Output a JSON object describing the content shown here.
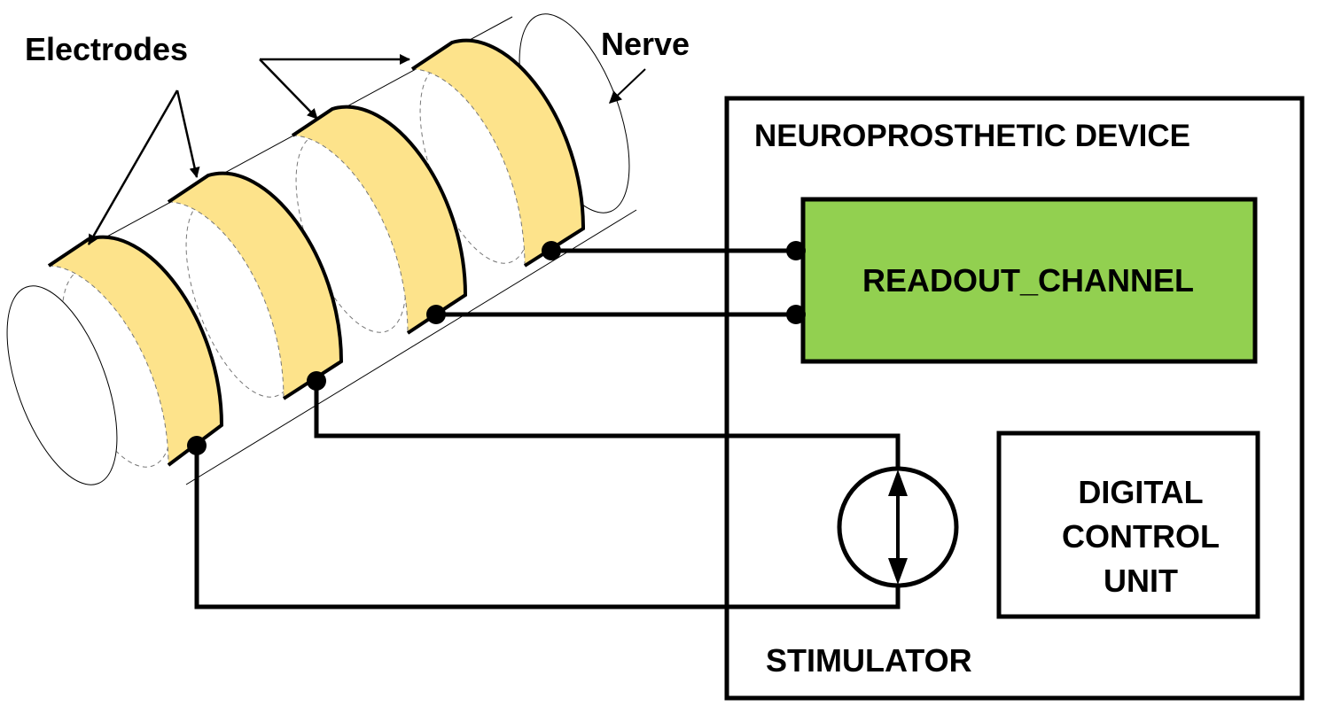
{
  "labels": {
    "electrodes": "Electrodes",
    "nerve": "Nerve",
    "device": "NEUROPROSTHETIC DEVICE",
    "readout": "READOUT_CHANNEL",
    "control_line1": "DIGITAL",
    "control_line2": "CONTROL",
    "control_line3": "UNIT",
    "stimulator": "STIMULATOR"
  },
  "colors": {
    "electrode_fill": "#FDE38B",
    "readout_fill": "#92D050",
    "line": "#000000",
    "background": "#FFFFFF"
  }
}
